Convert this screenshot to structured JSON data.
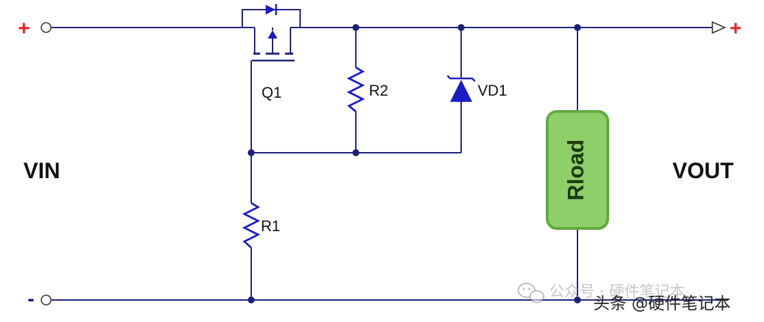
{
  "labels": {
    "vin": "VIN",
    "vout": "VOUT",
    "q1": "Q1",
    "r1": "R1",
    "r2": "R2",
    "vd1": "VD1",
    "rload": "Rload",
    "in_plus": "+",
    "in_minus": "-",
    "out_plus": "+"
  },
  "watermark": {
    "wechat": "公众号 · 硬件笔记本",
    "toutiao": "头条 @硬件笔记本"
  },
  "colors": {
    "wire": "#1c1f7a",
    "component": "#1a1cc8",
    "terminal_sign": "#e8202a",
    "rload_fill": "#8fcf6a",
    "rload_stroke": "#5faa3e",
    "text": "#111111"
  },
  "icons": {
    "wechat": "wechat-logo-icon",
    "input_terminal": "open-circle-terminal",
    "output_terminal": "arrow-terminal"
  }
}
